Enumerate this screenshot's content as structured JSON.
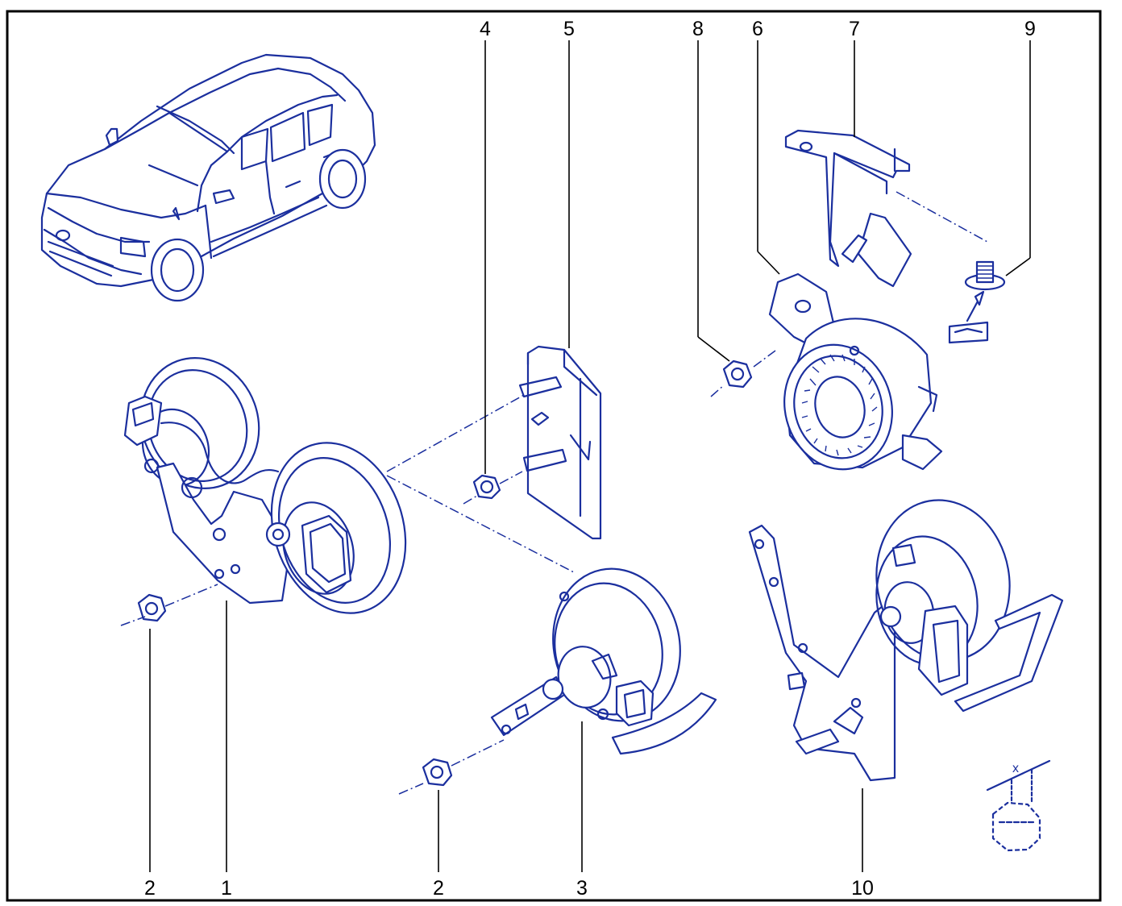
{
  "colors": {
    "line": "#1b2f9e",
    "frame": "#000000",
    "background": "#ffffff"
  },
  "callouts": [
    {
      "id": "c-2a",
      "label": "2"
    },
    {
      "id": "c-1",
      "label": "1"
    },
    {
      "id": "c-2b",
      "label": "2"
    },
    {
      "id": "c-3",
      "label": "3"
    },
    {
      "id": "c-4",
      "label": "4"
    },
    {
      "id": "c-5",
      "label": "5"
    },
    {
      "id": "c-8",
      "label": "8"
    },
    {
      "id": "c-6",
      "label": "6"
    },
    {
      "id": "c-7",
      "label": "7"
    },
    {
      "id": "c-9",
      "label": "9"
    },
    {
      "id": "c-10",
      "label": "10"
    }
  ],
  "dimension": {
    "label": "x"
  },
  "icons": [
    "car-illustration",
    "dual-horn-assembly",
    "single-horn",
    "mounting-bracket",
    "nut",
    "stud-bolt",
    "siren-horn",
    "bracket-horn-assembly",
    "nut-dimension-detail"
  ]
}
